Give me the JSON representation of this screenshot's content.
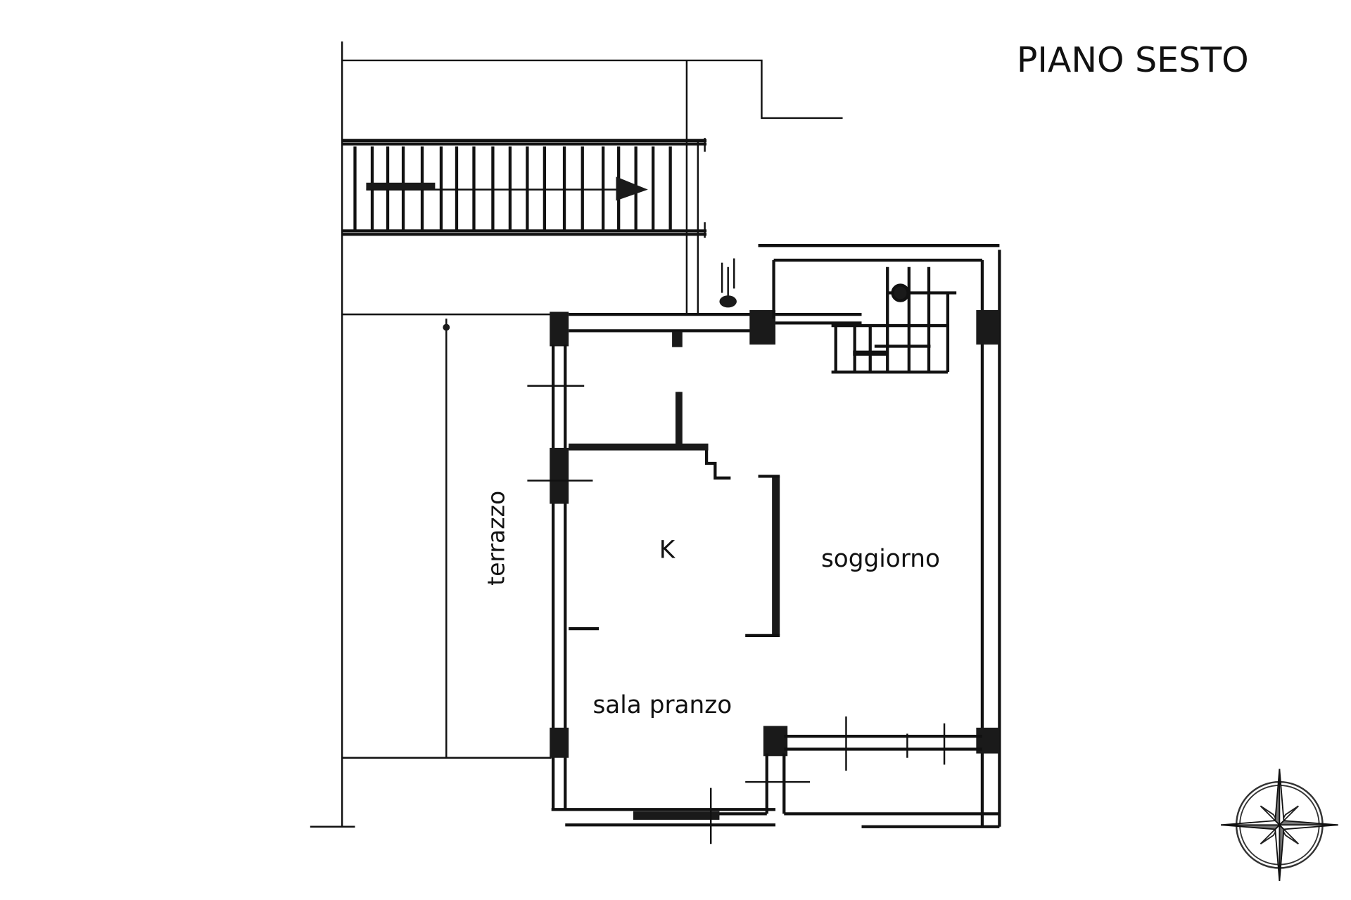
{
  "title": "PIANO SESTO",
  "rooms": {
    "kitchen": "K",
    "living": "soggiorno",
    "dining": "sala pranzo",
    "terrace": "terrazzo"
  },
  "compass": {
    "icon": "compass-rose-icon"
  },
  "colors": {
    "ink": "#111111",
    "background": "#ffffff"
  }
}
